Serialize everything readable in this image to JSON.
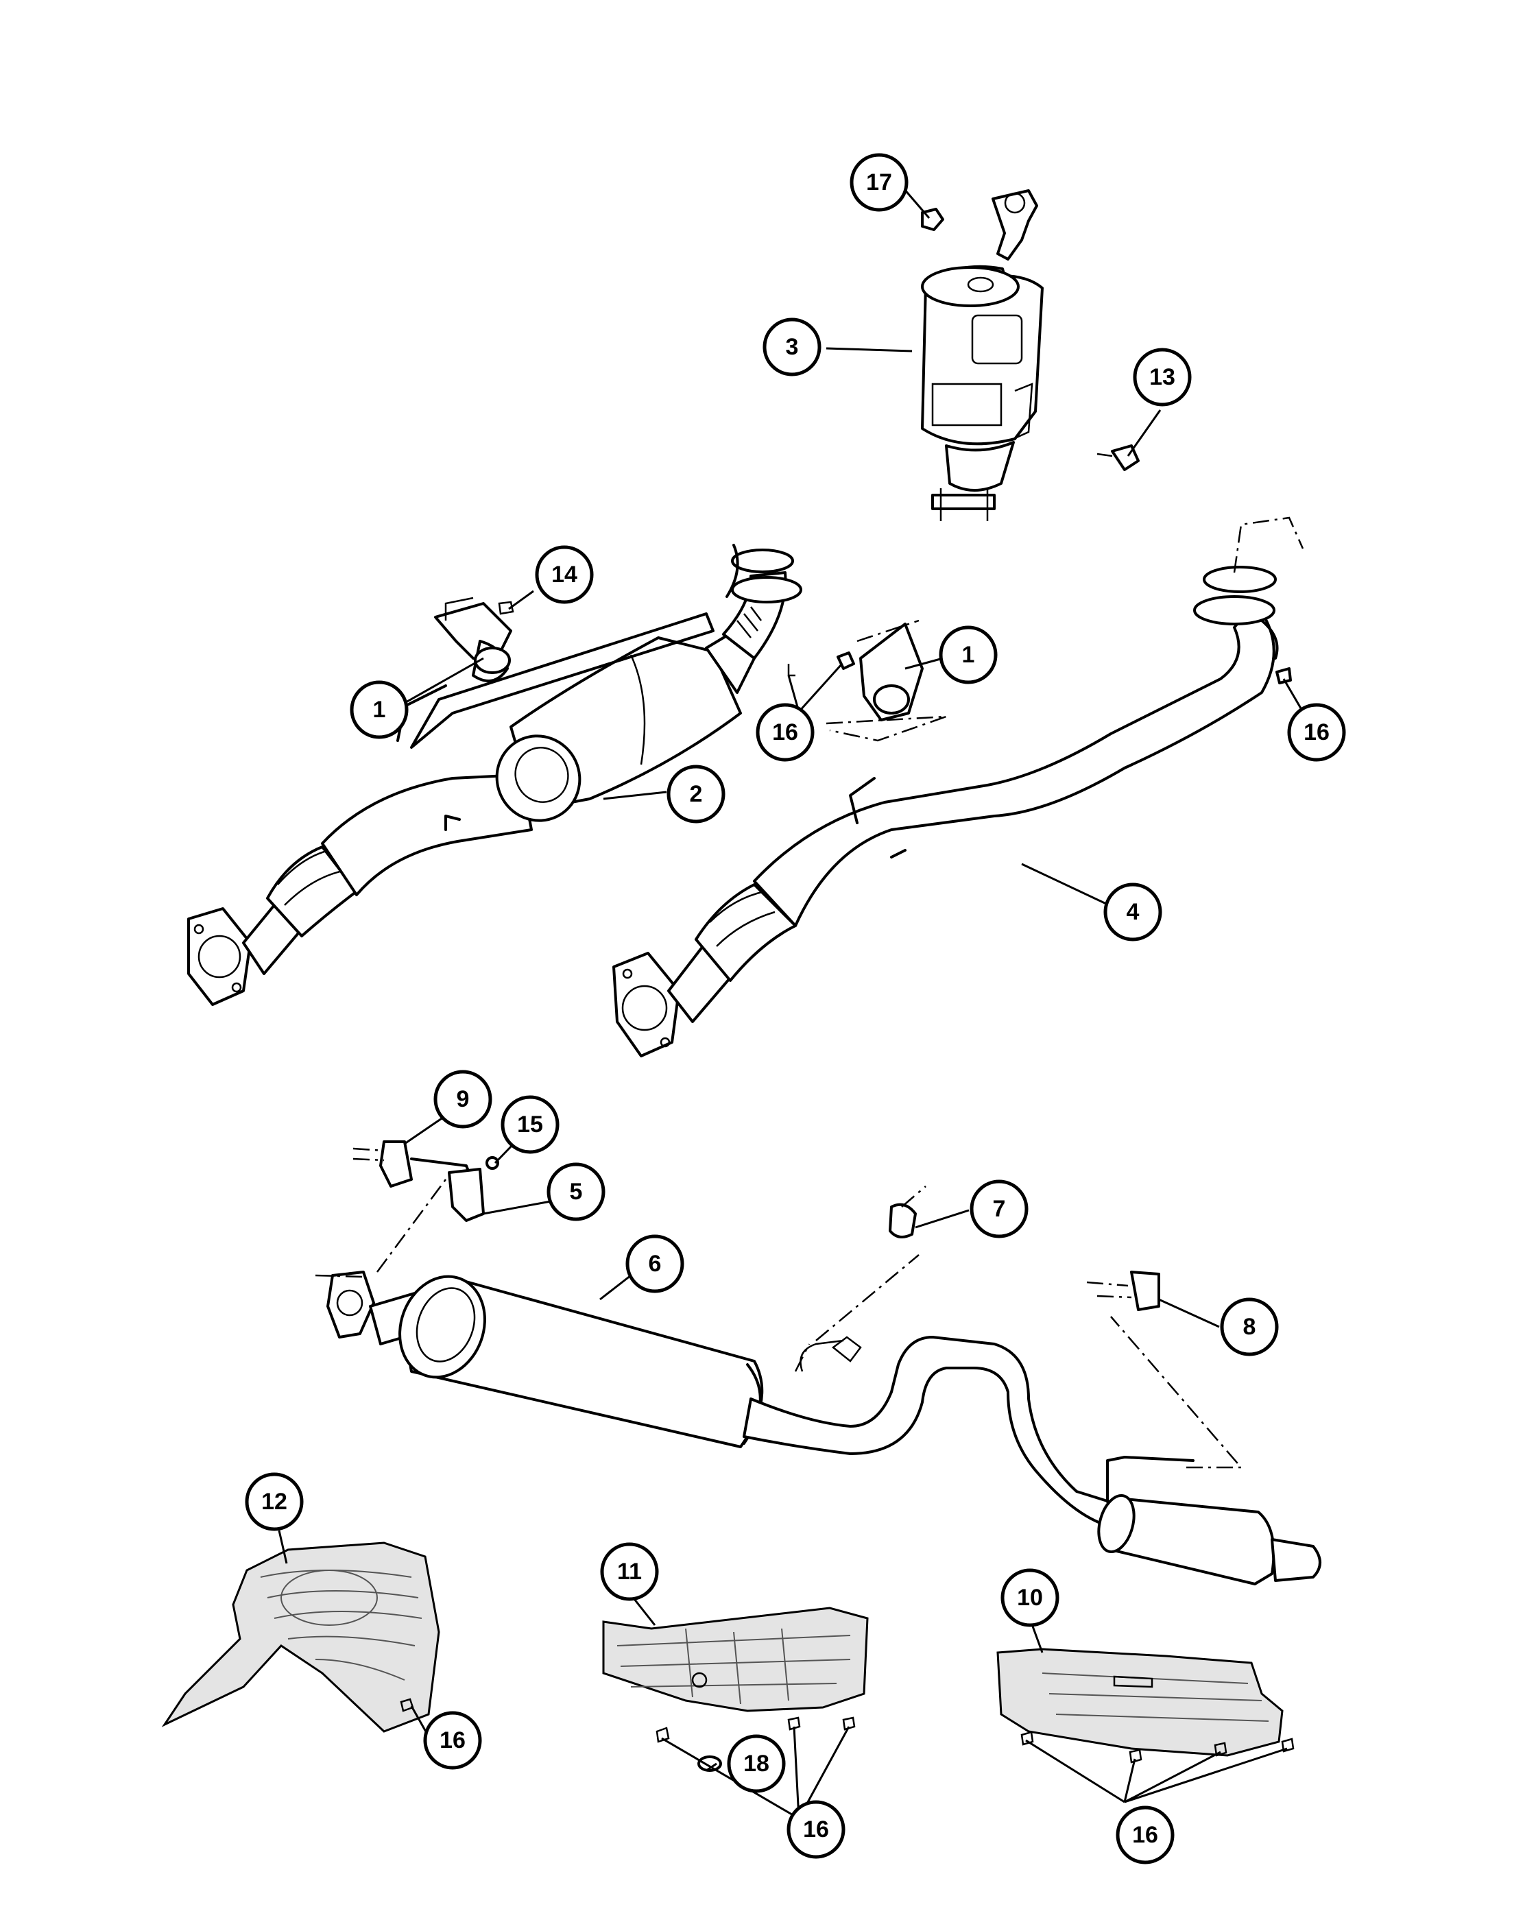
{
  "callouts": [
    {
      "id": "c1a",
      "label": "1"
    },
    {
      "id": "c1b",
      "label": "1"
    },
    {
      "id": "c2",
      "label": "2"
    },
    {
      "id": "c3",
      "label": "3"
    },
    {
      "id": "c4",
      "label": "4"
    },
    {
      "id": "c5",
      "label": "5"
    },
    {
      "id": "c6",
      "label": "6"
    },
    {
      "id": "c7",
      "label": "7"
    },
    {
      "id": "c8",
      "label": "8"
    },
    {
      "id": "c9",
      "label": "9"
    },
    {
      "id": "c10",
      "label": "10"
    },
    {
      "id": "c11",
      "label": "11"
    },
    {
      "id": "c12",
      "label": "12"
    },
    {
      "id": "c13",
      "label": "13"
    },
    {
      "id": "c14",
      "label": "14"
    },
    {
      "id": "c15",
      "label": "15"
    },
    {
      "id": "c16a",
      "label": "16"
    },
    {
      "id": "c16b",
      "label": "16"
    },
    {
      "id": "c16c",
      "label": "16"
    },
    {
      "id": "c16d",
      "label": "16"
    },
    {
      "id": "c16e",
      "label": "16"
    },
    {
      "id": "c17",
      "label": "17"
    },
    {
      "id": "c18",
      "label": "18"
    }
  ]
}
